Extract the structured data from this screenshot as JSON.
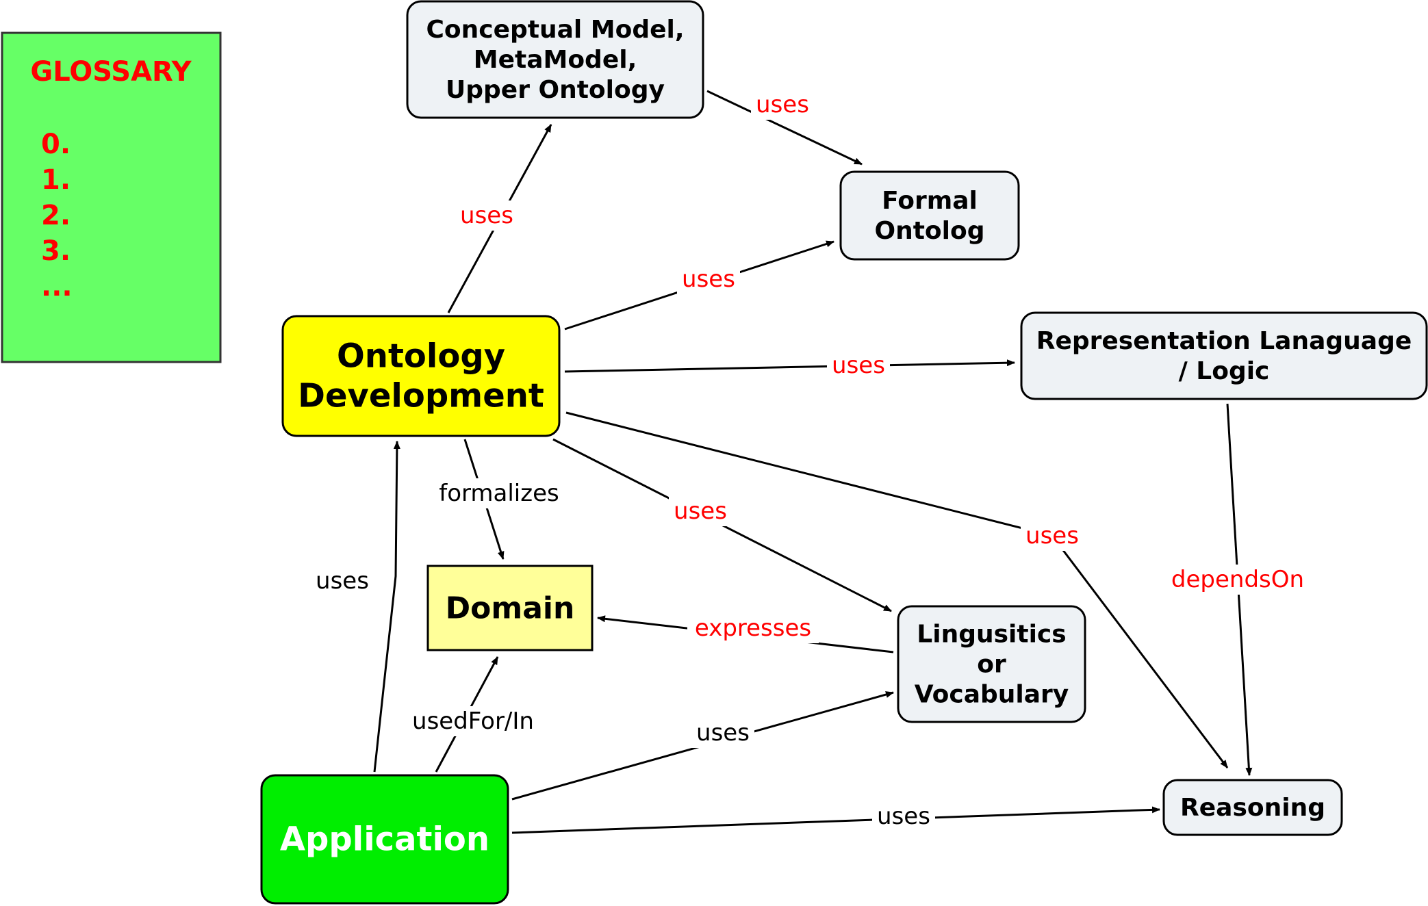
{
  "glossary": {
    "title": "GLOSSARY",
    "items": [
      "0.",
      "1.",
      "2.",
      "3.",
      "..."
    ],
    "fill_color": "#66ff66",
    "text_color": "#ff0000"
  },
  "nodes": {
    "conceptual_model": {
      "lines": [
        "Conceptual Model,",
        "MetaModel,",
        "Upper Ontology"
      ],
      "fill": "#eef2f5",
      "text_color": "#000000"
    },
    "formal_ontolog": {
      "lines": [
        "Formal",
        "Ontolog"
      ],
      "fill": "#eef2f5",
      "text_color": "#000000"
    },
    "representation_language": {
      "lines": [
        "Representation Lanaguage",
        "/ Logic"
      ],
      "fill": "#eef2f5",
      "text_color": "#000000"
    },
    "ontology_development": {
      "lines": [
        "Ontology",
        "Development"
      ],
      "fill": "#ffff00",
      "text_color": "#000000"
    },
    "domain": {
      "lines": [
        "Domain"
      ],
      "fill": "#ffff99",
      "text_color": "#000000"
    },
    "linguistics": {
      "lines": [
        "Lingusitics",
        "or",
        "Vocabulary"
      ],
      "fill": "#eef2f5",
      "text_color": "#000000"
    },
    "application": {
      "lines": [
        "Application"
      ],
      "fill": "#00ee00",
      "text_color": "#ffffff"
    },
    "reasoning": {
      "lines": [
        "Reasoning"
      ],
      "fill": "#eef2f5",
      "text_color": "#000000"
    }
  },
  "edges": [
    {
      "id": "od-cm",
      "label": "uses",
      "color": "#ff0000"
    },
    {
      "id": "cm-fo",
      "label": "uses",
      "color": "#ff0000"
    },
    {
      "id": "od-fo",
      "label": "uses",
      "color": "#ff0000"
    },
    {
      "id": "od-rl",
      "label": "uses",
      "color": "#ff0000"
    },
    {
      "id": "od-dom",
      "label": "formalizes",
      "color": "#000000"
    },
    {
      "id": "od-ling",
      "label": "uses",
      "color": "#ff0000"
    },
    {
      "id": "od-reas",
      "label": "uses",
      "color": "#ff0000"
    },
    {
      "id": "rl-reas",
      "label": "dependsOn",
      "color": "#ff0000"
    },
    {
      "id": "ling-dom",
      "label": "expresses",
      "color": "#ff0000"
    },
    {
      "id": "app-od",
      "label": "uses",
      "color": "#000000"
    },
    {
      "id": "app-dom",
      "label": "usedFor/In",
      "color": "#000000"
    },
    {
      "id": "app-ling",
      "label": "uses",
      "color": "#000000"
    },
    {
      "id": "app-reas",
      "label": "uses",
      "color": "#000000"
    }
  ]
}
